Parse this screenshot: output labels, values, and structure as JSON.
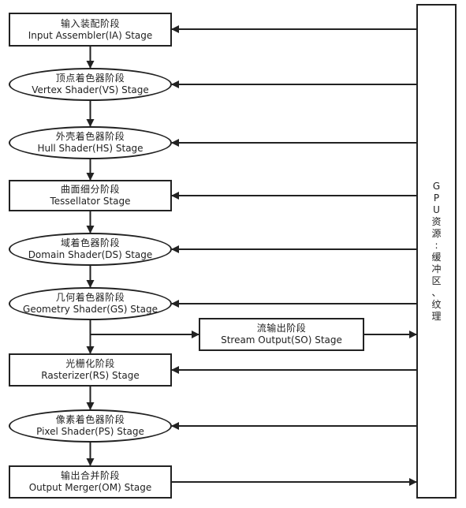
{
  "stages": [
    {
      "id": "ia",
      "zh": "输入装配阶段",
      "en": "Input Assembler(IA) Stage",
      "shape": "rect"
    },
    {
      "id": "vs",
      "zh": "顶点着色器阶段",
      "en": "Vertex Shader(VS) Stage",
      "shape": "ellipse"
    },
    {
      "id": "hs",
      "zh": "外壳着色器阶段",
      "en": "Hull Shader(HS) Stage",
      "shape": "ellipse"
    },
    {
      "id": "ts",
      "zh": "曲面细分阶段",
      "en": "Tessellator Stage",
      "shape": "rect"
    },
    {
      "id": "ds",
      "zh": "域着色器阶段",
      "en": "Domain Shader(DS) Stage",
      "shape": "ellipse"
    },
    {
      "id": "gs",
      "zh": "几何着色器阶段",
      "en": "Geometry Shader(GS) Stage",
      "shape": "ellipse"
    },
    {
      "id": "rs",
      "zh": "光栅化阶段",
      "en": "Rasterizer(RS) Stage",
      "shape": "rect"
    },
    {
      "id": "ps",
      "zh": "像素着色器阶段",
      "en": "Pixel Shader(PS) Stage",
      "shape": "ellipse"
    },
    {
      "id": "om",
      "zh": "输出合并阶段",
      "en": "Output Merger(OM) Stage",
      "shape": "rect"
    }
  ],
  "stream_output": {
    "zh": "流输出阶段",
    "en": "Stream Output(SO) Stage"
  },
  "gpu_resources": {
    "label_chars": [
      "G",
      "P",
      "U",
      "资",
      "源",
      ":",
      "缓",
      "冲",
      "区",
      "、",
      "纹",
      "理"
    ]
  }
}
